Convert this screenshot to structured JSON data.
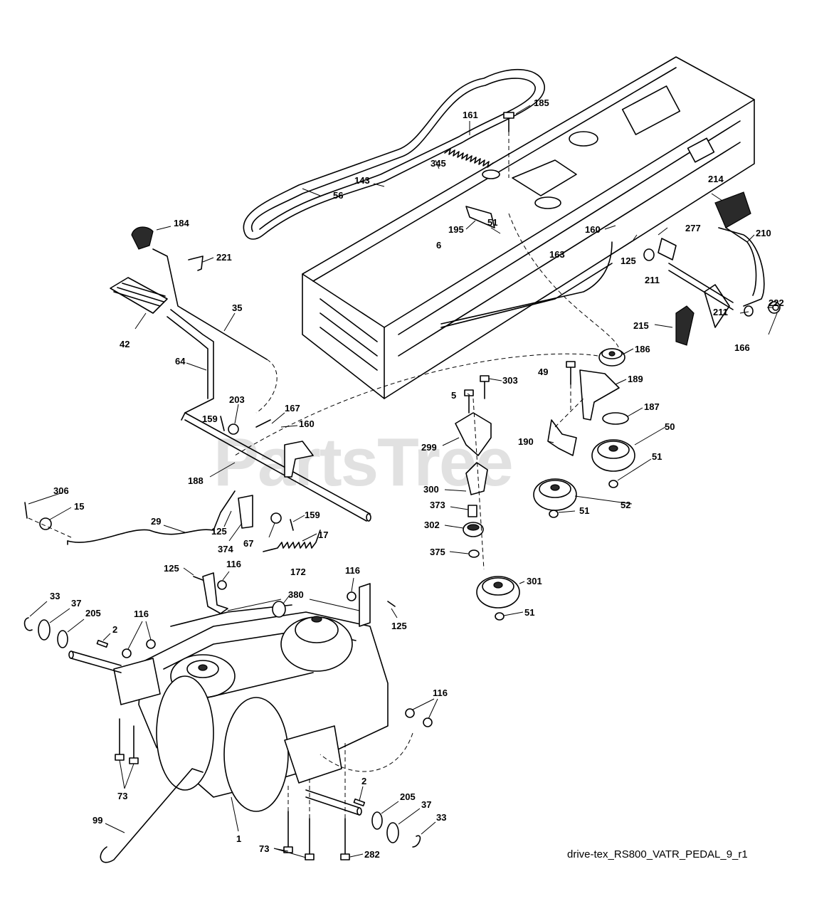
{
  "watermark": "PartsTree",
  "caption": "drive-tex_RS800_VATR_PEDAL_9_r1",
  "callouts": [
    {
      "id": "185",
      "text": "185"
    },
    {
      "id": "161",
      "text": "161"
    },
    {
      "id": "345",
      "text": "345"
    },
    {
      "id": "143",
      "text": "143"
    },
    {
      "id": "56",
      "text": "56"
    },
    {
      "id": "51a",
      "text": "51"
    },
    {
      "id": "195",
      "text": "195"
    },
    {
      "id": "6",
      "text": "6"
    },
    {
      "id": "214",
      "text": "214"
    },
    {
      "id": "160a",
      "text": "160"
    },
    {
      "id": "277",
      "text": "277"
    },
    {
      "id": "210",
      "text": "210"
    },
    {
      "id": "163",
      "text": "163"
    },
    {
      "id": "125a",
      "text": "125"
    },
    {
      "id": "211a",
      "text": "211"
    },
    {
      "id": "222",
      "text": "222"
    },
    {
      "id": "211b",
      "text": "211"
    },
    {
      "id": "215",
      "text": "215"
    },
    {
      "id": "166",
      "text": "166"
    },
    {
      "id": "186",
      "text": "186"
    },
    {
      "id": "184",
      "text": "184"
    },
    {
      "id": "221",
      "text": "221"
    },
    {
      "id": "35",
      "text": "35"
    },
    {
      "id": "42",
      "text": "42"
    },
    {
      "id": "64",
      "text": "64"
    },
    {
      "id": "203",
      "text": "203"
    },
    {
      "id": "167",
      "text": "167"
    },
    {
      "id": "159a",
      "text": "159"
    },
    {
      "id": "160b",
      "text": "160"
    },
    {
      "id": "188",
      "text": "188"
    },
    {
      "id": "5",
      "text": "5"
    },
    {
      "id": "303",
      "text": "303"
    },
    {
      "id": "49",
      "text": "49"
    },
    {
      "id": "189",
      "text": "189"
    },
    {
      "id": "187",
      "text": "187"
    },
    {
      "id": "299",
      "text": "299"
    },
    {
      "id": "190",
      "text": "190"
    },
    {
      "id": "50",
      "text": "50"
    },
    {
      "id": "51b",
      "text": "51"
    },
    {
      "id": "306",
      "text": "306"
    },
    {
      "id": "15",
      "text": "15"
    },
    {
      "id": "29",
      "text": "29"
    },
    {
      "id": "125b",
      "text": "125"
    },
    {
      "id": "374",
      "text": "374"
    },
    {
      "id": "67",
      "text": "67"
    },
    {
      "id": "159b",
      "text": "159"
    },
    {
      "id": "300",
      "text": "300"
    },
    {
      "id": "373",
      "text": "373"
    },
    {
      "id": "52",
      "text": "52"
    },
    {
      "id": "51c",
      "text": "51"
    },
    {
      "id": "302",
      "text": "302"
    },
    {
      "id": "375",
      "text": "375"
    },
    {
      "id": "17",
      "text": "17"
    },
    {
      "id": "125c",
      "text": "125"
    },
    {
      "id": "116a",
      "text": "116"
    },
    {
      "id": "172",
      "text": "172"
    },
    {
      "id": "116b",
      "text": "116"
    },
    {
      "id": "301",
      "text": "301"
    },
    {
      "id": "380",
      "text": "380"
    },
    {
      "id": "51d",
      "text": "51"
    },
    {
      "id": "33a",
      "text": "33"
    },
    {
      "id": "37a",
      "text": "37"
    },
    {
      "id": "205a",
      "text": "205"
    },
    {
      "id": "116c",
      "text": "116"
    },
    {
      "id": "2a",
      "text": "2"
    },
    {
      "id": "125d",
      "text": "125"
    },
    {
      "id": "116d",
      "text": "116"
    },
    {
      "id": "73a",
      "text": "73"
    },
    {
      "id": "2b",
      "text": "2"
    },
    {
      "id": "205b",
      "text": "205"
    },
    {
      "id": "37b",
      "text": "37"
    },
    {
      "id": "33b",
      "text": "33"
    },
    {
      "id": "99",
      "text": "99"
    },
    {
      "id": "1",
      "text": "1"
    },
    {
      "id": "73b",
      "text": "73"
    },
    {
      "id": "282",
      "text": "282"
    }
  ]
}
